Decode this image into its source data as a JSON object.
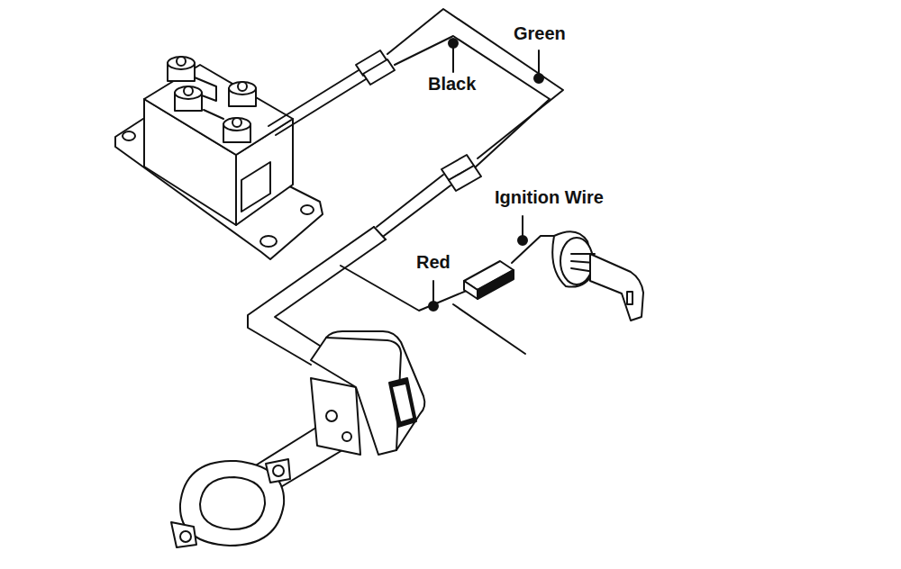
{
  "diagram": {
    "labels": [
      "Green",
      "Black",
      "Ignition Wire",
      "Red"
    ]
  }
}
